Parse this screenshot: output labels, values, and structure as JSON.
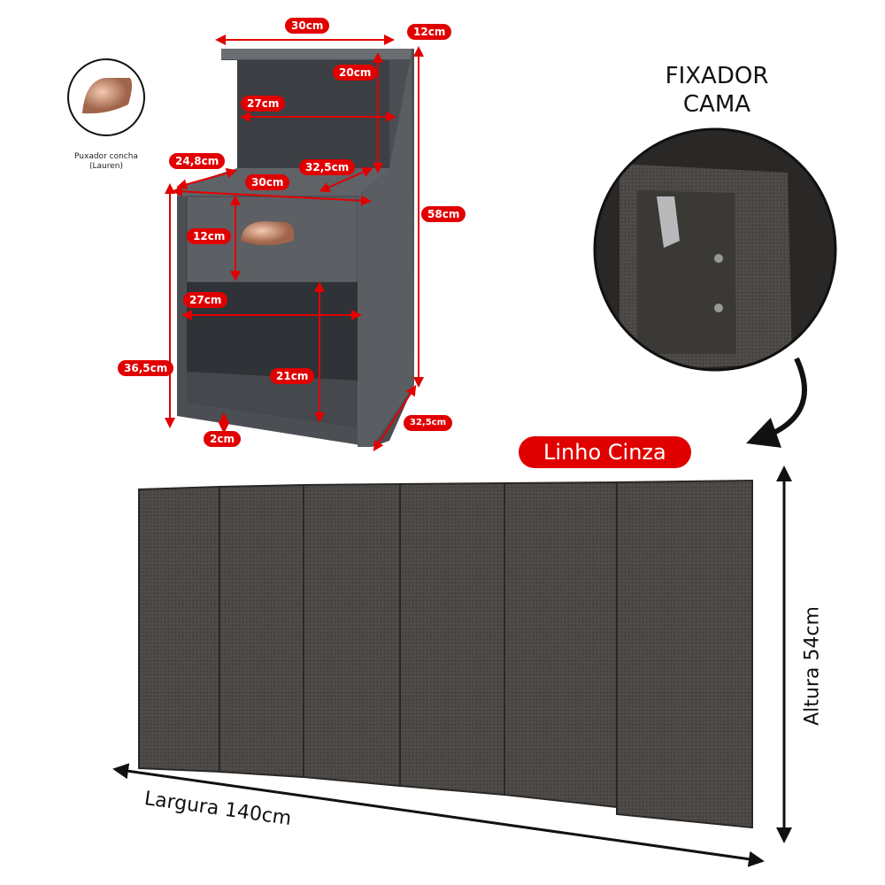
{
  "handle_inset": {
    "caption_line1": "Puxador concha",
    "caption_line2": "(Lauren)"
  },
  "nightstand_dimensions": {
    "top_width": "30cm",
    "top_depth": "12cm",
    "shelf_height": "20cm",
    "shelf_width": "27cm",
    "side_depth": "24,8cm",
    "top_depth_2": "32,5cm",
    "body_width": "30cm",
    "total_height": "58cm",
    "drawer_height": "12cm",
    "niche_width": "27cm",
    "body_height": "36,5cm",
    "niche_height": "21cm",
    "foot_height": "2cm",
    "body_depth": "32,5cm"
  },
  "fixer_inset": {
    "title_line1": "FIXADOR",
    "title_line2": "CAMA"
  },
  "headboard": {
    "color_label": "Linho Cinza",
    "width_label": "Largura 140cm",
    "height_label": "Altura 54cm",
    "panel_count": 6
  },
  "colors": {
    "accent": "#e10000",
    "cabinet": "#55585d",
    "fabric": "#4a4744"
  }
}
